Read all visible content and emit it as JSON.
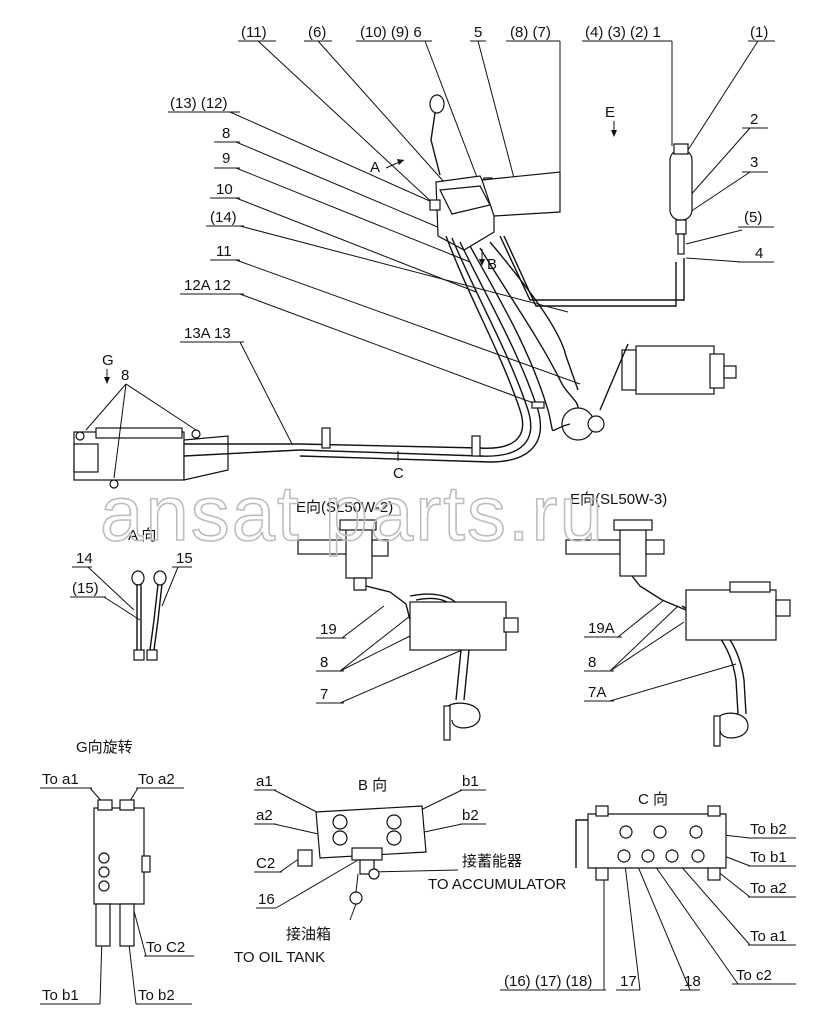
{
  "labels": {
    "p11": "(11)",
    "p6": "(6)",
    "p10_9_6": "(10) (9) 6",
    "p5": "5",
    "p8_7": "(8) (7)",
    "p4_3_2_1": "(4) (3) (2) 1",
    "p1": "(1)",
    "p13_12": "(13) (12)",
    "p8a": "8",
    "p9": "9",
    "p10": "10",
    "p14p": "(14)",
    "p11b": "11",
    "p12A12": "12A 12",
    "p13A13": "13A 13",
    "p2": "2",
    "p3": "3",
    "p5p": "(5)",
    "p4": "4",
    "viewA_arrow": "A",
    "viewE_arrow": "E",
    "viewB_arrow": "B",
    "viewG_arrow": "G",
    "p8_main": "8",
    "viewC_arrow": "C"
  },
  "sections": {
    "e_sl50w2": "E向(SL50W-2)",
    "e_sl50w3": "E向(SL50W-3)",
    "a_view": "A 向",
    "g_view": "G向旋转",
    "b_view": "B 向",
    "c_view": "C 向"
  },
  "a_view": {
    "p14": "14",
    "p15": "15",
    "p15p": "(15)"
  },
  "e2_view": {
    "p19": "19",
    "p8": "8",
    "p7": "7"
  },
  "e3_view": {
    "p19A": "19A",
    "p8": "8",
    "p7A": "7A"
  },
  "g_view": {
    "to_a1": "To  a1",
    "to_a2": "To  a2",
    "to_c2": "To  C2",
    "to_b1": "To  b1",
    "to_b2": "To  b2"
  },
  "b_view": {
    "a1": "a1",
    "a2": "a2",
    "b1": "b1",
    "b2": "b2",
    "c2": "C2",
    "p16": "16",
    "accumulator_cn": "接蓄能器",
    "accumulator_en": "TO ACCUMULATOR",
    "oiltank_cn": "接油箱",
    "oiltank_en": "TO OIL TANK"
  },
  "c_view": {
    "to_b2": "To  b2",
    "to_b1": "To  b1",
    "to_a2": "To  a2",
    "to_a1": "To  a1",
    "to_c2": "To  c2",
    "p16_17_18": "(16) (17) (18)",
    "p17": "17",
    "p18": "18"
  },
  "watermark": "ansat parts.ru"
}
